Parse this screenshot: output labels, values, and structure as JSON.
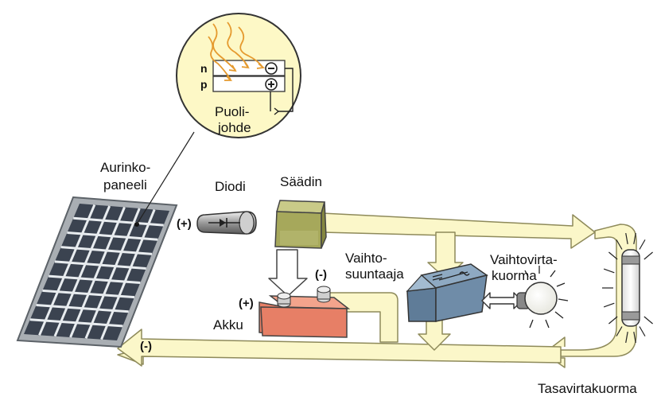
{
  "labels": {
    "puoli_1": "Puoli-",
    "puoli_2": "johde",
    "n": "n",
    "p": "p",
    "aurinko_1": "Aurinko-",
    "aurinko_2": "paneeli",
    "diodi": "Diodi",
    "saadin": "Säädin",
    "vaihto_1": "Vaihto-",
    "vaihto_2": "suuntaaja",
    "vkuorma_1": "Vaihtovirta-",
    "vkuorma_2": "kuorma",
    "akku": "Akku",
    "tasa": "Tasavirtakuorma",
    "plus": "(+)",
    "minus": "(-)"
  },
  "colors": {
    "arrow_fill": "#fbf7c9",
    "arrow_stroke": "#8e8a5a",
    "panel_frame": "#a9aeb3",
    "panel_cell": "#3b4350",
    "regulator": "#a6a85b",
    "battery": "#e77f66",
    "inverter": "#6f8ca8",
    "zoom_circle": "#fdf8c6",
    "sun_rays": "#e59a2f"
  },
  "icons": [
    "diode-icon",
    "lamp-icon",
    "fluorescent-tube-icon",
    "sun-rays-icon",
    "minus-charge-icon",
    "plus-charge-icon"
  ]
}
